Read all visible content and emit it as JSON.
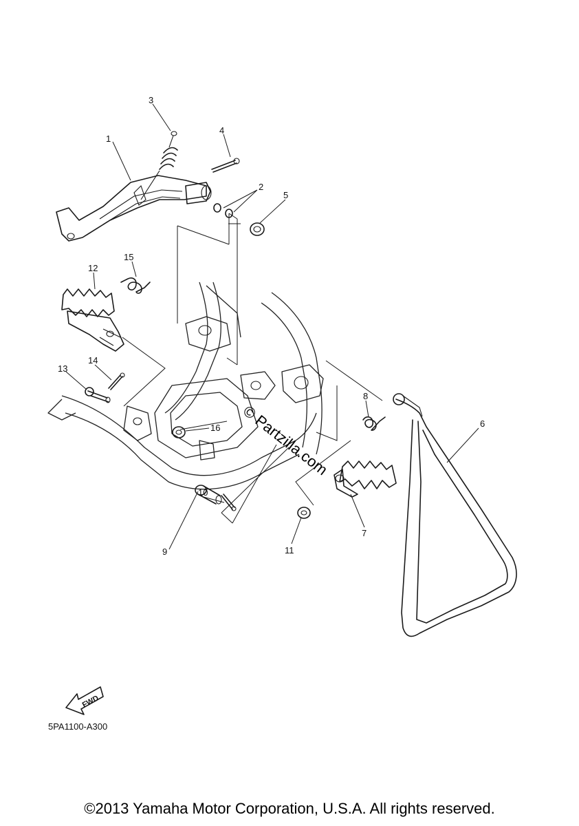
{
  "callouts": [
    {
      "id": "1",
      "text": "1"
    },
    {
      "id": "2",
      "text": "2"
    },
    {
      "id": "3",
      "text": "3"
    },
    {
      "id": "4",
      "text": "4"
    },
    {
      "id": "5",
      "text": "5"
    },
    {
      "id": "6",
      "text": "6"
    },
    {
      "id": "7",
      "text": "7"
    },
    {
      "id": "8",
      "text": "8"
    },
    {
      "id": "9",
      "text": "9"
    },
    {
      "id": "10",
      "text": "10"
    },
    {
      "id": "11",
      "text": "11"
    },
    {
      "id": "12",
      "text": "12"
    },
    {
      "id": "13",
      "text": "13"
    },
    {
      "id": "14",
      "text": "14"
    },
    {
      "id": "15",
      "text": "15"
    },
    {
      "id": "16",
      "text": "16"
    }
  ],
  "fwd_label": "FWD",
  "diagram_code": "5PA1100-A300",
  "watermark": "© Partzilla.com",
  "copyright": "©2013 Yamaha Motor Corporation, U.S.A. All rights reserved."
}
